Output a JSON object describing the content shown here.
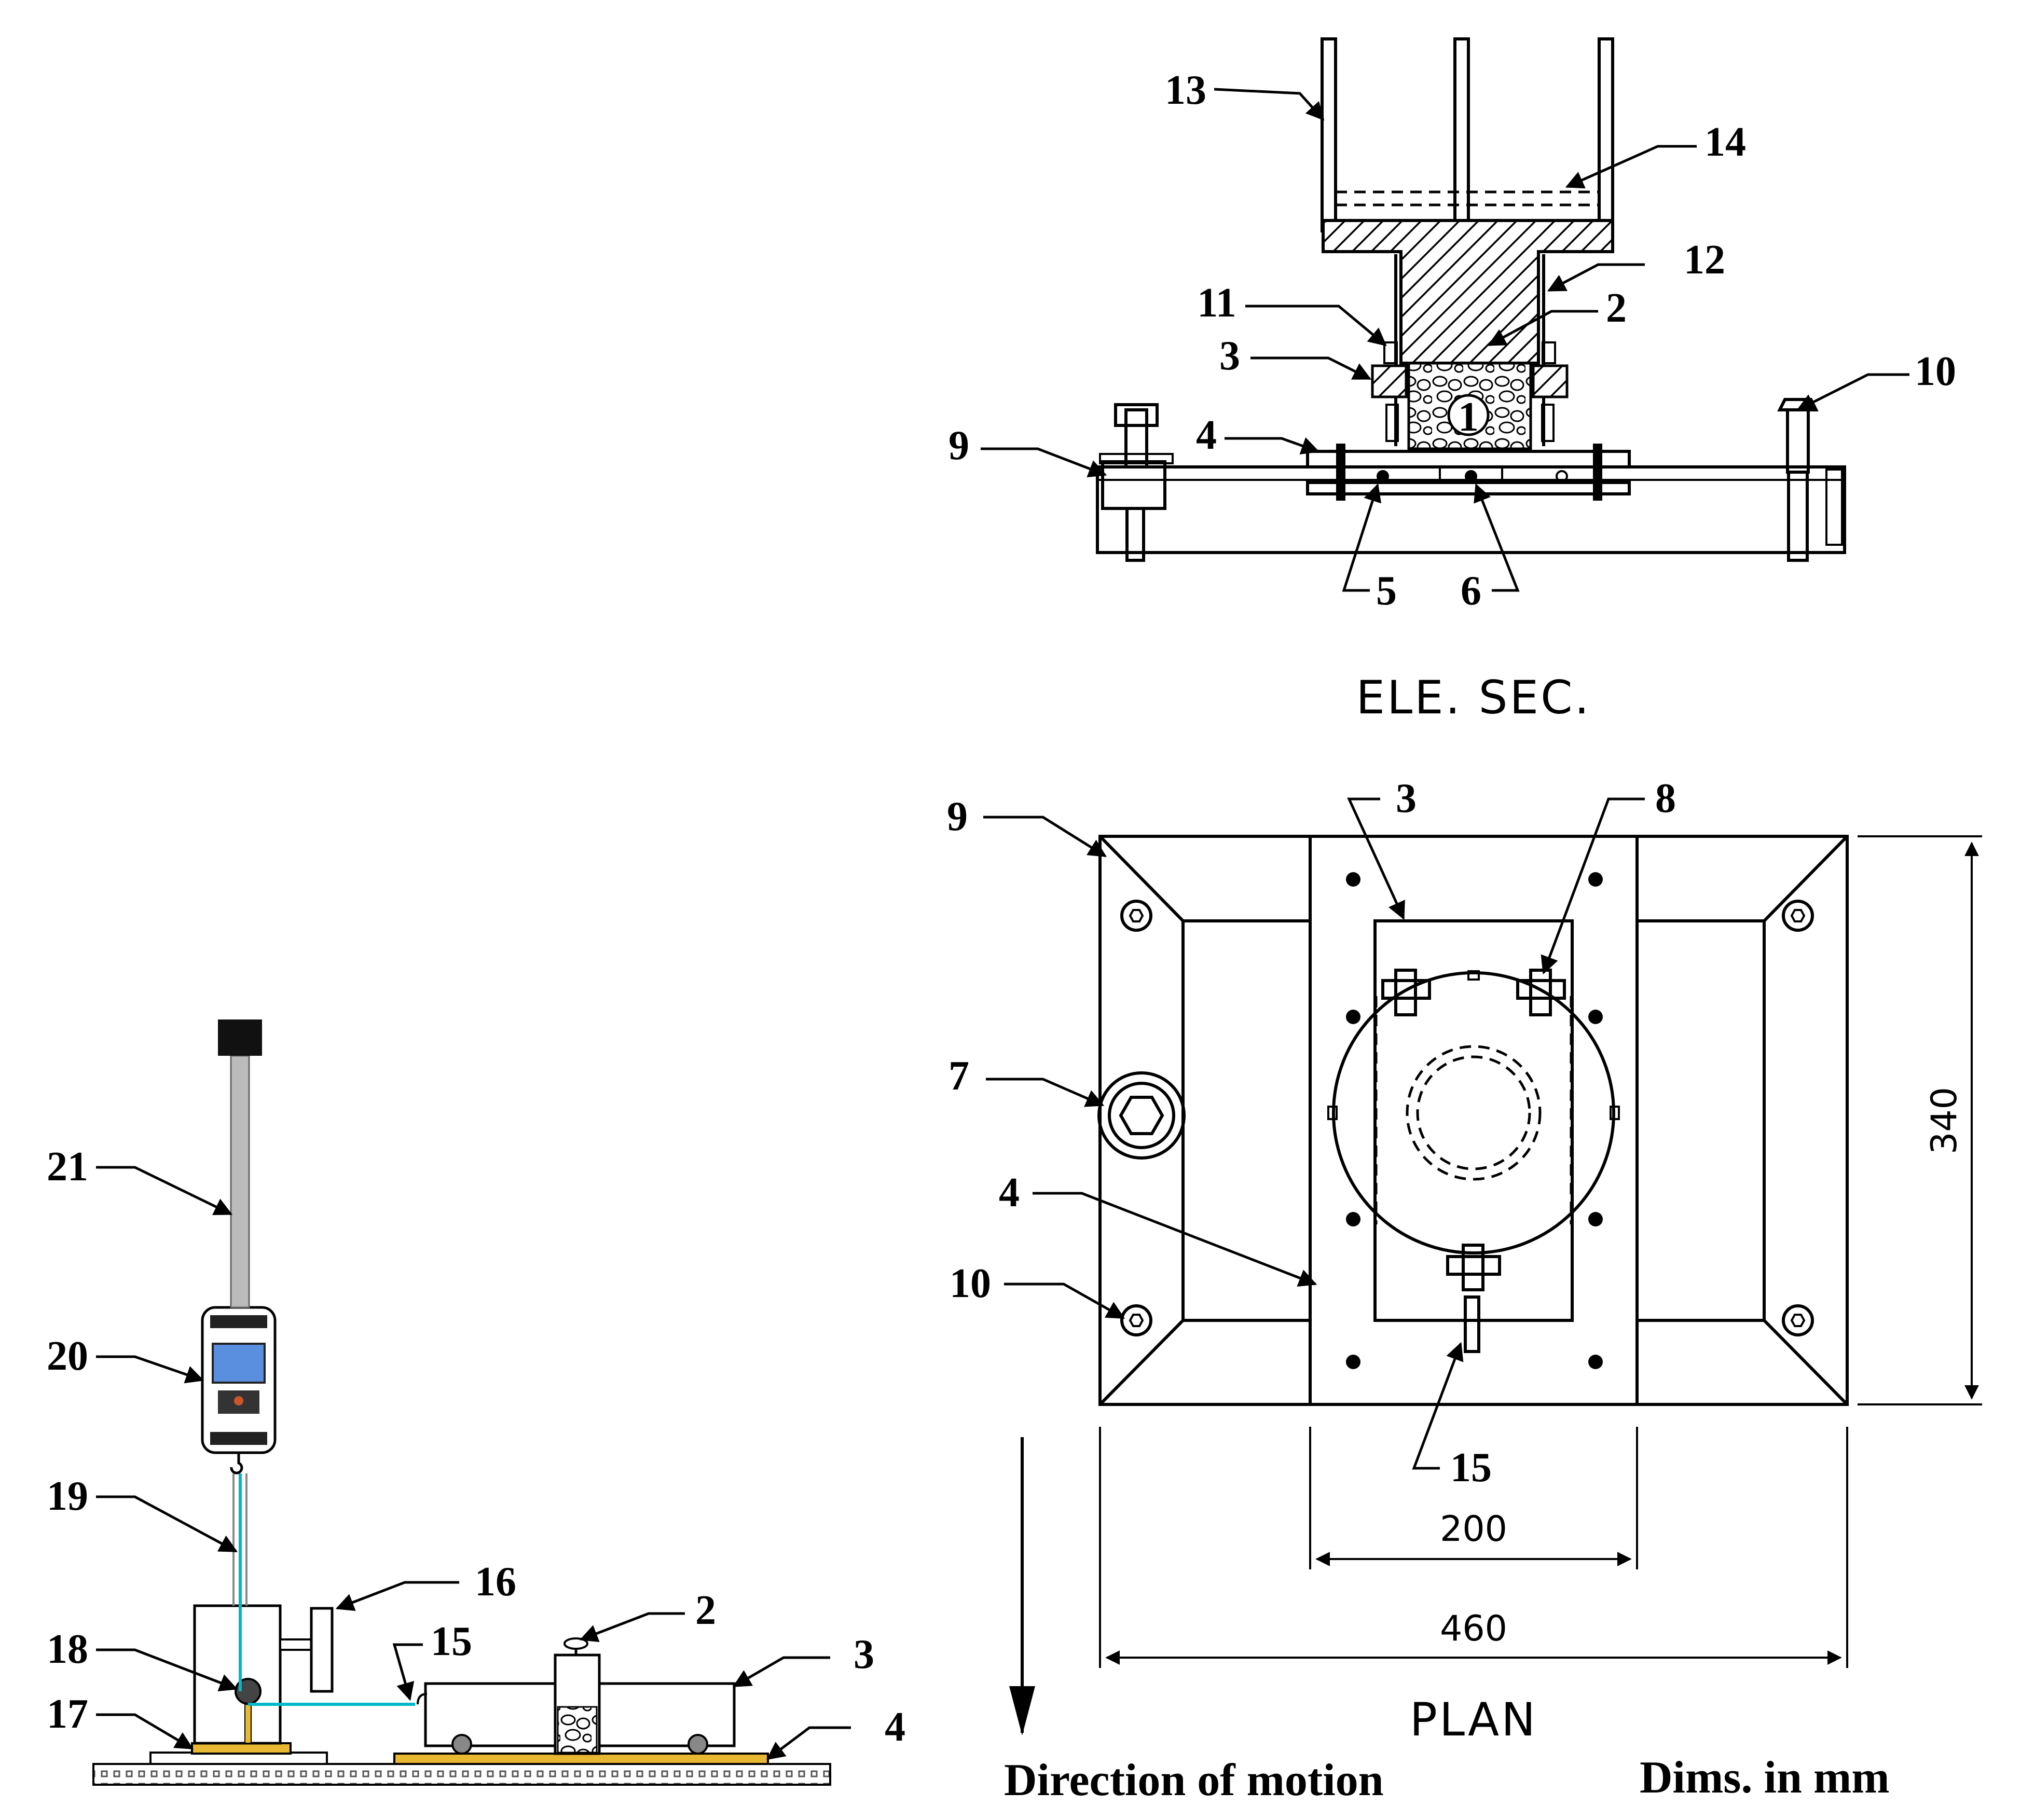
{
  "views": {
    "elevation_caption": "ELE. SEC.",
    "plan_caption": "PLAN",
    "dims_note": "Dims. in mm",
    "direction_note": "Direction of motion"
  },
  "dimensions": {
    "height": "340",
    "inner_width": "200",
    "outer_width": "460"
  },
  "callouts": {
    "elevation": [
      "13",
      "14",
      "12",
      "11",
      "2",
      "3",
      "10",
      "4",
      "9",
      "1",
      "5",
      "6"
    ],
    "plan": [
      "9",
      "3",
      "8",
      "7",
      "4",
      "10",
      "15"
    ],
    "setup": [
      "21",
      "20",
      "19",
      "16",
      "2",
      "15",
      "3",
      "18",
      "17",
      "4"
    ]
  }
}
